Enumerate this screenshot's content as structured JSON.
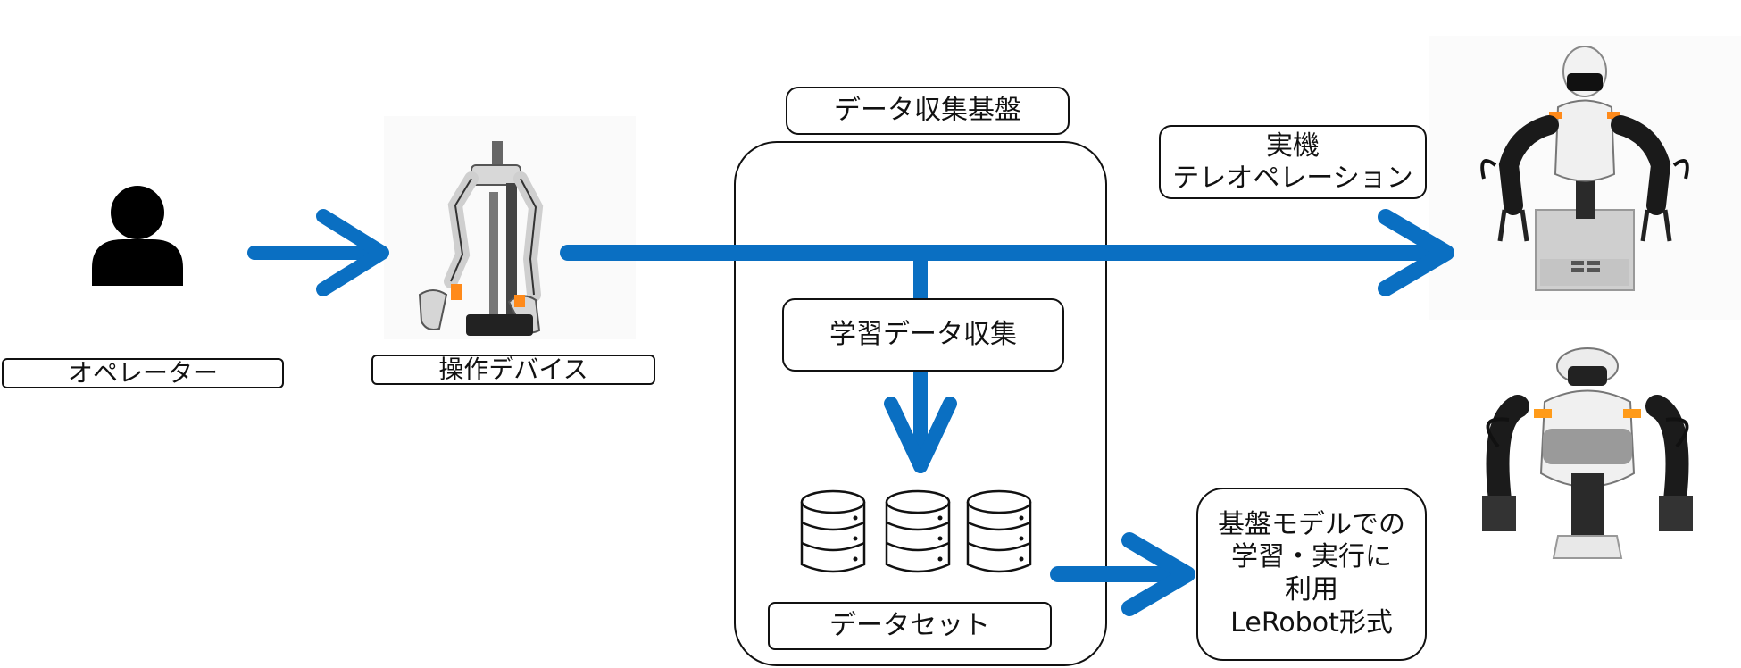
{
  "labels": {
    "operator": "オペレーター",
    "device": "操作デバイス",
    "platform": "データ収集基盤",
    "teleop_line1": "実機",
    "teleop_line2": "テレオペレーション",
    "collect": "学習データ収集",
    "dataset": "データセット",
    "usage_line1": "基盤モデルでの",
    "usage_line2": "学習・実行に",
    "usage_line3": "利用",
    "usage_line4": "LeRobot形式"
  },
  "colors": {
    "arrow": "#0a6fc2",
    "outline": "#111111",
    "silhouette": "#000000"
  },
  "icons": [
    "person-icon",
    "teleop-device-image",
    "database-icon",
    "robot-upper-body-image",
    "robot-humanoid-image"
  ]
}
